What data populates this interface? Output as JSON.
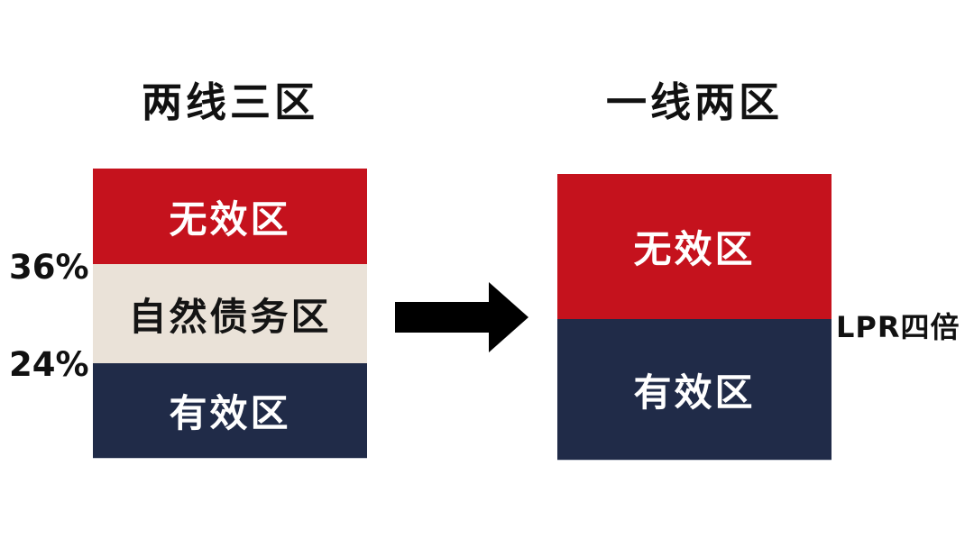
{
  "diagram": {
    "background_color": "#ffffff",
    "left_chart": {
      "title": "两线三区",
      "zones": [
        {
          "name": "invalid-zone",
          "label": "无效区",
          "color": "#c5121d",
          "text_color": "#ffffff"
        },
        {
          "name": "natural-debt-zone",
          "label": "自然债务区",
          "color": "#eae2d8",
          "text_color": "#141414"
        },
        {
          "name": "valid-zone",
          "label": "有效区",
          "color": "#202b48",
          "text_color": "#ffffff"
        }
      ],
      "boundary_labels": [
        {
          "name": "upper-line",
          "label": "36%"
        },
        {
          "name": "lower-line",
          "label": "24%"
        }
      ]
    },
    "arrow": {
      "direction": "right",
      "color": "#000000"
    },
    "right_chart": {
      "title": "一线两区",
      "zones": [
        {
          "name": "invalid-zone",
          "label": "无效区",
          "color": "#c5121d",
          "text_color": "#ffffff"
        },
        {
          "name": "valid-zone",
          "label": "有效区",
          "color": "#202b48",
          "text_color": "#ffffff"
        }
      ],
      "boundary_labels": [
        {
          "name": "single-line",
          "label": "LPR四倍"
        }
      ]
    }
  }
}
